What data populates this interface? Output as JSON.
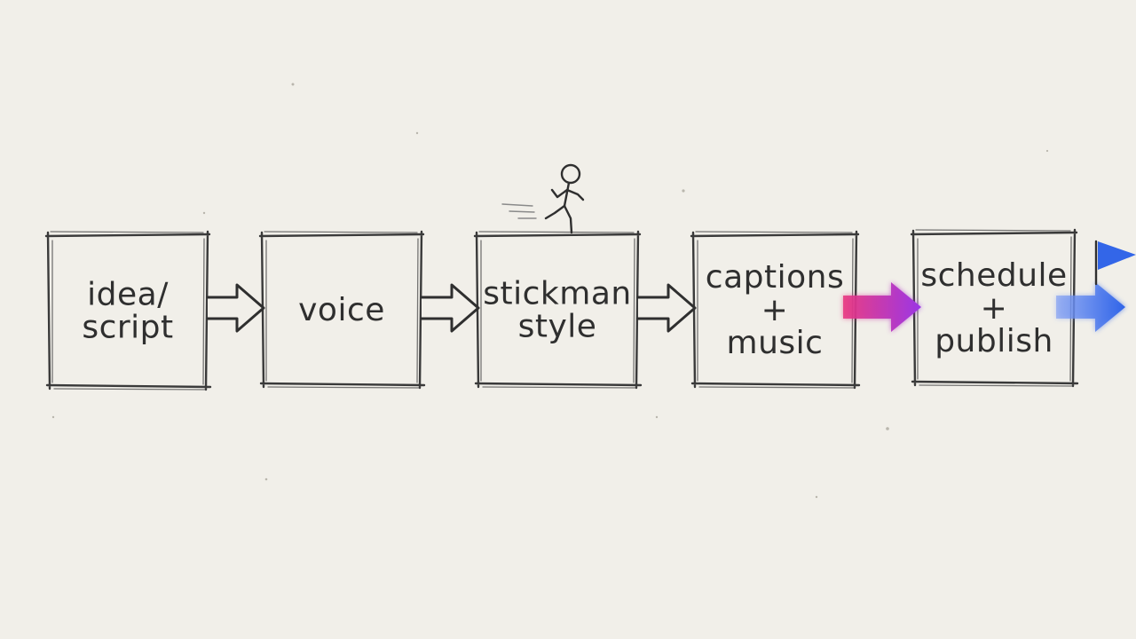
{
  "diagram": {
    "steps": [
      {
        "lines": [
          "idea/",
          "script"
        ]
      },
      {
        "lines": [
          "voice"
        ]
      },
      {
        "lines": [
          "stickman",
          "style"
        ]
      },
      {
        "lines": [
          "captions",
          "+",
          "music"
        ]
      },
      {
        "lines": [
          "schedule",
          "+",
          "publish"
        ]
      }
    ],
    "connectors": [
      {
        "style": "outline"
      },
      {
        "style": "outline"
      },
      {
        "style": "outline"
      },
      {
        "style": "gradient",
        "colors": [
          "#e8347e",
          "#9b36e6"
        ]
      },
      {
        "style": "gradient",
        "colors": [
          "#5b7cf0",
          "#2f64e8"
        ]
      }
    ],
    "decorations": {
      "runner_icon": "running-stickman-icon",
      "flag_icon": "flag-icon",
      "flag_color": "#3366e8"
    },
    "colors": {
      "background": "#f1efe9",
      "ink": "#2f2f2f"
    }
  }
}
